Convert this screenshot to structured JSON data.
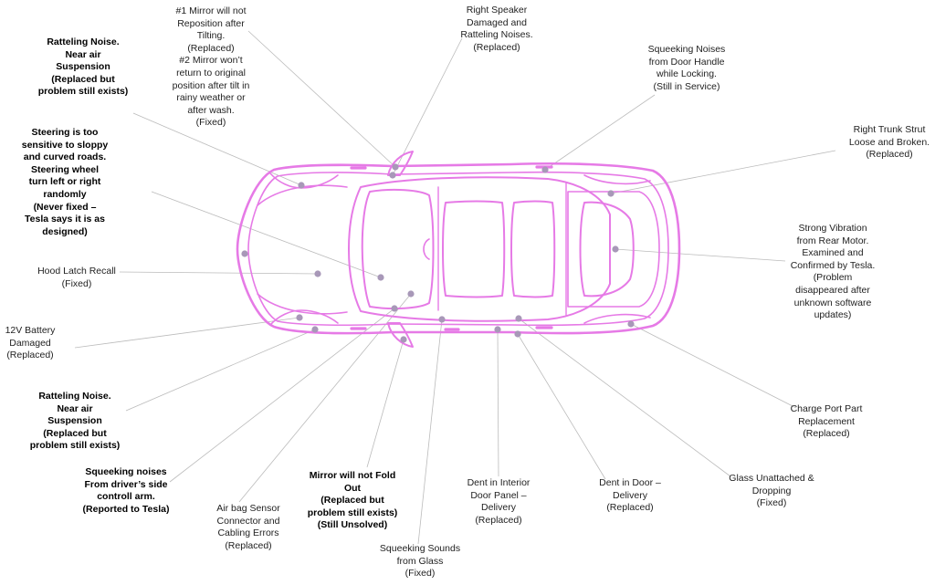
{
  "colors": {
    "car_outline": "#e67ae6",
    "marker": "#a898b8",
    "leader": "#bbbbbb",
    "text": "#222222"
  },
  "callouts": [
    {
      "id": "mirror-reposition",
      "text": "#1 Mirror will not\nReposition after\nTilting.\n(Replaced)\n#2 Mirror won’t\nreturn to original\nposition after tilt in\nrainy weather or\nafter wash.\n(Fixed)",
      "bold": false
    },
    {
      "id": "right-speaker",
      "text": "Right Speaker\nDamaged and\nRatteling Noises.\n(Replaced)",
      "bold": false
    },
    {
      "id": "door-handle-squeak",
      "text": "Squeeking Noises\nfrom Door Handle\nwhile Locking.\n(Still in Service)",
      "bold": false
    },
    {
      "id": "right-trunk-strut",
      "text": "Right Trunk Strut\nLoose and Broken.\n(Replaced)",
      "bold": false
    },
    {
      "id": "rear-motor-vibration",
      "text": "Strong Vibration\nfrom Rear Motor.\nExamined and\nConfirmed by Tesla.\n(Problem\ndisappeared after\nunknown software\nupdates)",
      "bold": false
    },
    {
      "id": "charge-port",
      "text": "Charge Port Part\nReplacement\n(Replaced)",
      "bold": false
    },
    {
      "id": "glass-unattached",
      "text": "Glass Unattached &\nDropping\n(Fixed)",
      "bold": false
    },
    {
      "id": "dent-door",
      "text": "Dent in Door –\nDelivery\n(Replaced)",
      "bold": false
    },
    {
      "id": "dent-interior-panel",
      "text": "Dent in Interior\nDoor Panel –\nDelivery\n(Replaced)",
      "bold": false
    },
    {
      "id": "squeaking-glass",
      "text": "Squeeking Sounds\nfrom Glass\n(Fixed)",
      "bold": false
    },
    {
      "id": "mirror-fold",
      "text": "Mirror will not Fold\nOut\n(Replaced but\nproblem still exists)\n(Still Unsolved)",
      "bold": true
    },
    {
      "id": "airbag-sensor",
      "text": "Air bag Sensor\nConnector and\nCabling Errors\n(Replaced)",
      "bold": false
    },
    {
      "id": "control-arm",
      "text": "Squeeking noises\nFrom driver’s side\ncontroll arm.\n(Reported to Tesla)",
      "bold": true
    },
    {
      "id": "rattle-bottom",
      "text": "Ratteling Noise.\nNear air\nSuspension\n(Replaced but\nproblem still exists)",
      "bold": true
    },
    {
      "id": "battery-12v",
      "text": "12V Battery\nDamaged\n(Replaced)",
      "bold": false
    },
    {
      "id": "hood-latch",
      "text": "Hood Latch Recall\n(Fixed)",
      "bold": false
    },
    {
      "id": "steering",
      "text": "Steering is too\nsensitive to sloppy\nand curved roads.\nSteering wheel\nturn left or right\nrandomly\n(Never fixed –\nTesla says it is as\ndesigned)",
      "bold": true
    },
    {
      "id": "rattle-top",
      "text": "Ratteling Noise.\nNear air\nSuspension\n(Replaced but\nproblem still exists)",
      "bold": true
    }
  ]
}
